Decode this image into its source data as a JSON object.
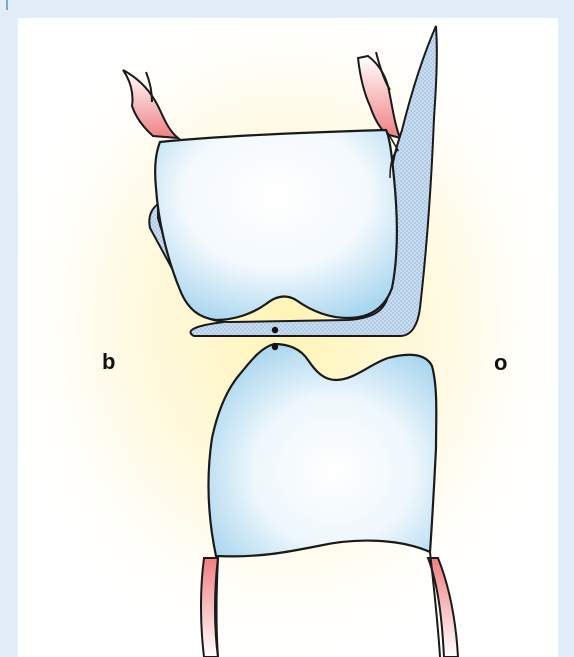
{
  "labels": {
    "left": "b",
    "right": "o"
  },
  "colors": {
    "page_background": "#e3edf7",
    "glow": "#fff6c4",
    "gingiva": "#f08a8a",
    "crown_light": "#ffffff",
    "crown_tint": "#bfe0f4",
    "shim": "#a8c6e6",
    "outline": "#1a1a1a"
  },
  "elements": [
    "upper-tooth",
    "lower-tooth",
    "occlusion-foil",
    "contact-points",
    "gingiva"
  ]
}
